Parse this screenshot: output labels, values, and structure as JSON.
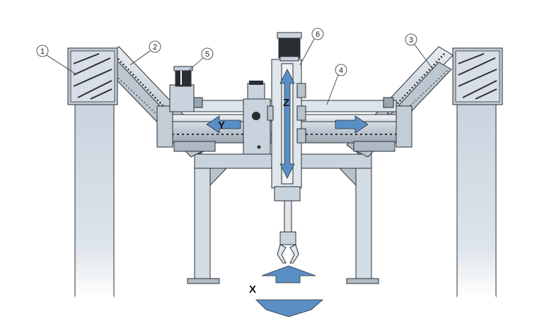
{
  "diagram": {
    "axis_labels": {
      "x": "X",
      "y": "Y",
      "z": "Z"
    },
    "callouts": [
      {
        "label": "1",
        "part": "column-head-left"
      },
      {
        "label": "2",
        "part": "x-rail-left"
      },
      {
        "label": "3",
        "part": "x-rail-right"
      },
      {
        "label": "4",
        "part": "y-beam"
      },
      {
        "label": "5",
        "part": "y-drive-motor"
      },
      {
        "label": "6",
        "part": "z-drive-motor"
      }
    ]
  },
  "colors": {
    "steel": "#c9d3de",
    "steel_light": "#e3e9ef",
    "steel_dark": "#7d8a97",
    "outline": "#2b2f33",
    "arrow_blue": "#5a8fc6",
    "motor_dark": "#2a2e33"
  }
}
